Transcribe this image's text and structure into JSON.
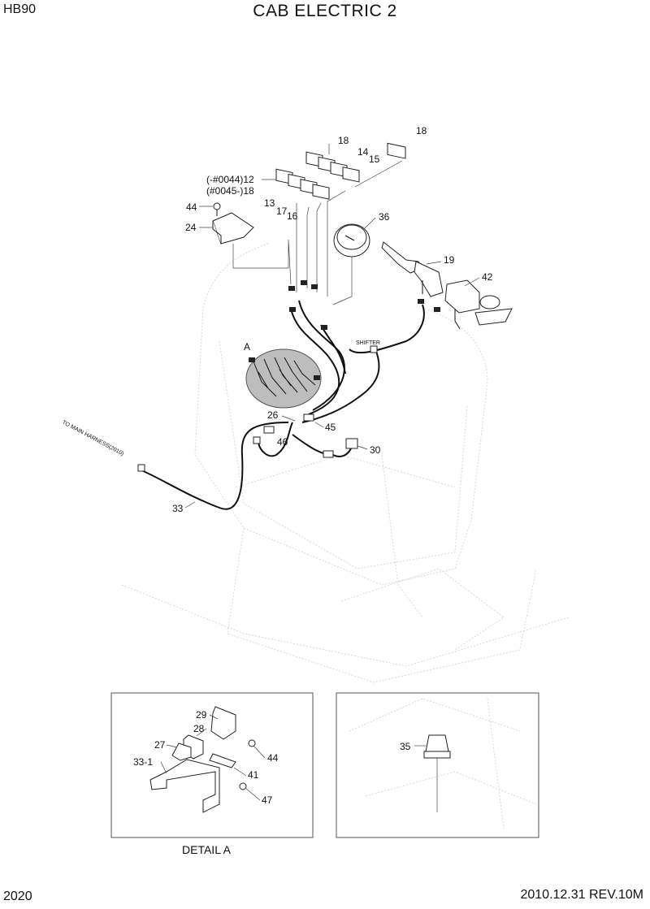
{
  "header": {
    "model": "HB90",
    "title": "CAB ELECTRIC 2"
  },
  "footer": {
    "page": "2020",
    "date_rev": "2010.12.31  REV.10M"
  },
  "callouts": {
    "c18a": "18",
    "c18b": "18",
    "c14": "14",
    "c15": "15",
    "c12": "(-#0044)12",
    "c18c": "(#0045-)18",
    "c13": "13",
    "c17": "17",
    "c16": "16",
    "c44": "44",
    "c24": "24",
    "c36": "36",
    "c19": "19",
    "c42": "42",
    "cA": "A",
    "shifter": "SHIFTER",
    "c26": "26",
    "c45": "45",
    "c46": "46",
    "c30": "30",
    "c33": "33",
    "harness": "TO MAIN HARNESS(2010)"
  },
  "detail_a": {
    "c29": "29",
    "c28": "28",
    "c27": "27",
    "c33_1": "33-1",
    "c44": "44",
    "c41": "41",
    "c47": "47",
    "caption": "DETAIL A"
  },
  "detail_b": {
    "c35": "35"
  }
}
